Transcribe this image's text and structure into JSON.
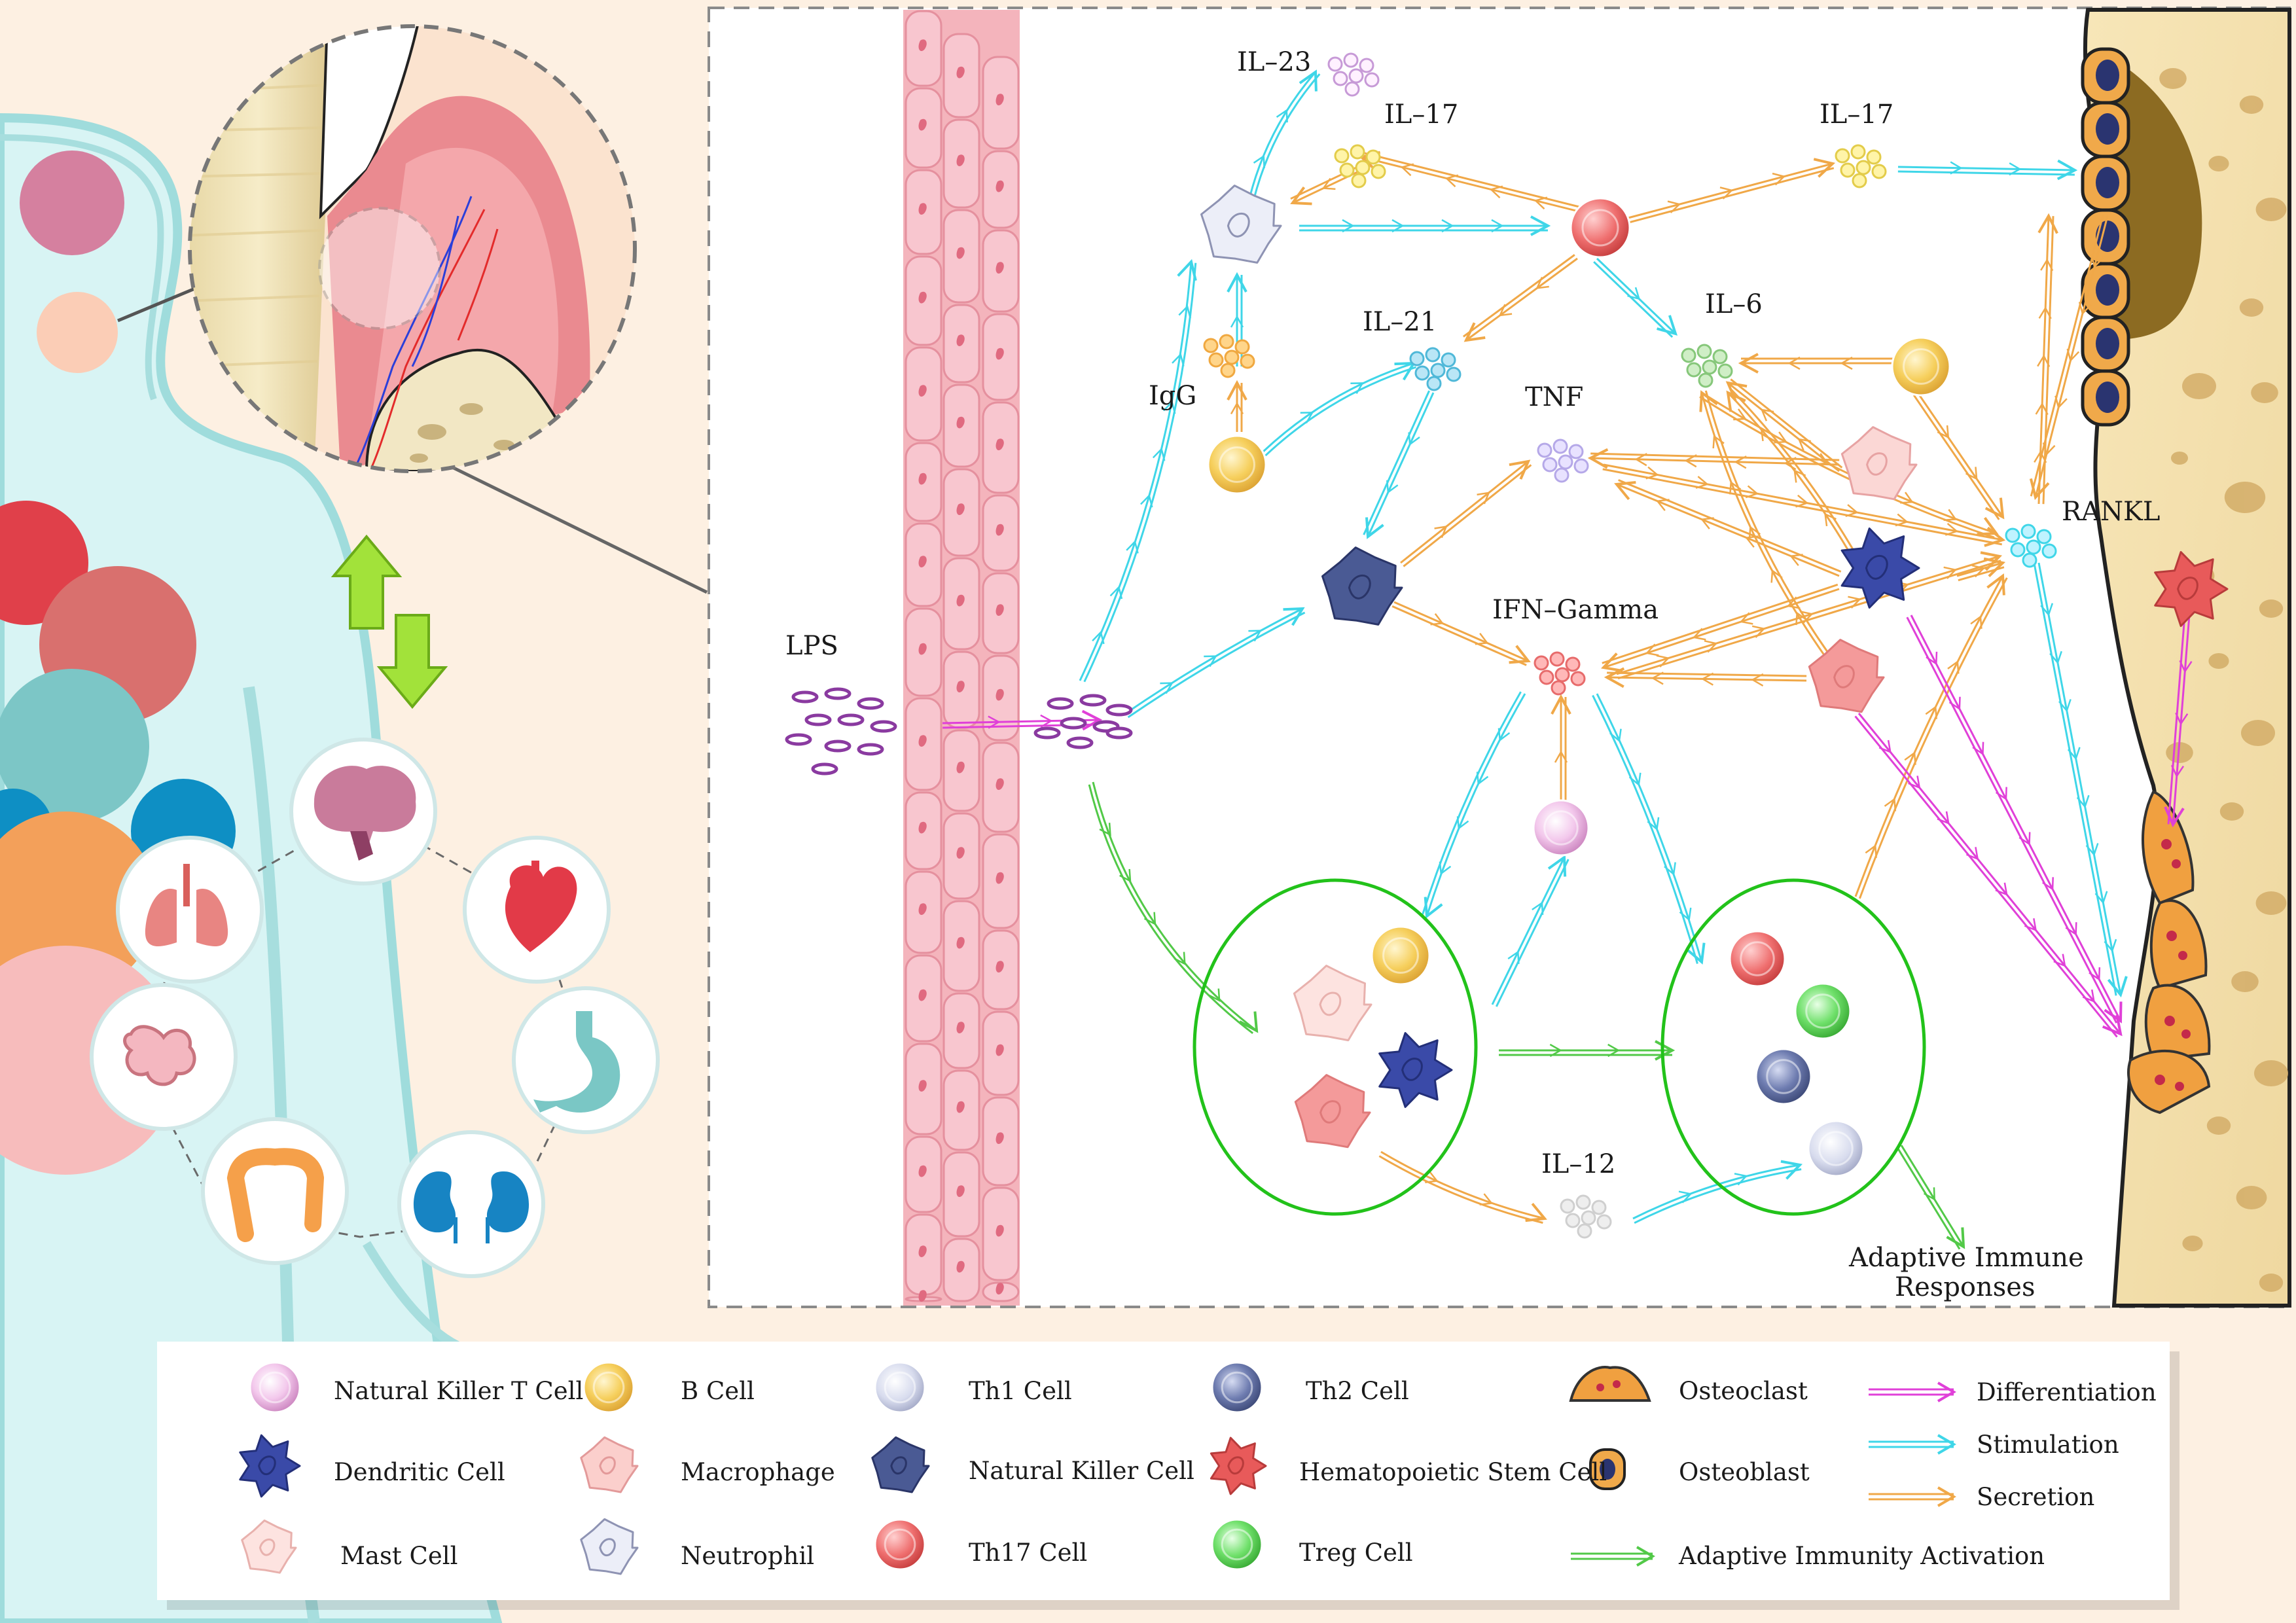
{
  "labels": {
    "il23": "IL–23",
    "il17_a": "IL–17",
    "il17_b": "IL–17",
    "il21": "IL–21",
    "il6": "IL–6",
    "igg": "IgG",
    "tnf": "TNF",
    "ifn": "IFN–Gamma",
    "lps": "LPS",
    "rankl": "RANKL",
    "il12": "IL–12",
    "adaptive_1": "Adaptive Immune",
    "adaptive_2": "Responses"
  },
  "legend": {
    "nkt": "Natural Killer T Cell",
    "dendritic": "Dendritic Cell",
    "mast": "Mast Cell",
    "bcell": "B Cell",
    "macrophage": "Macrophage",
    "neutrophil": "Neutrophil",
    "th1": "Th1 Cell",
    "nk": "Natural Killer Cell",
    "th17": "Th17 Cell",
    "th2": "Th2 Cell",
    "hsc": "Hematopoietic Stem Cell",
    "treg": "Treg Cell",
    "osteoclast": "Osteoclast",
    "osteoblast": "Osteoblast",
    "adaptive_activation": "Adaptive Immunity Activation",
    "differentiation": "Differentiation",
    "stimulation": "Stimulation",
    "secretion": "Secretion"
  },
  "colors": {
    "stimulation": "#3fd6e8",
    "secretion": "#f0a848",
    "differentiation": "#e040d8",
    "adaptive": "#52c948",
    "circle_outline": "#22c21a"
  }
}
